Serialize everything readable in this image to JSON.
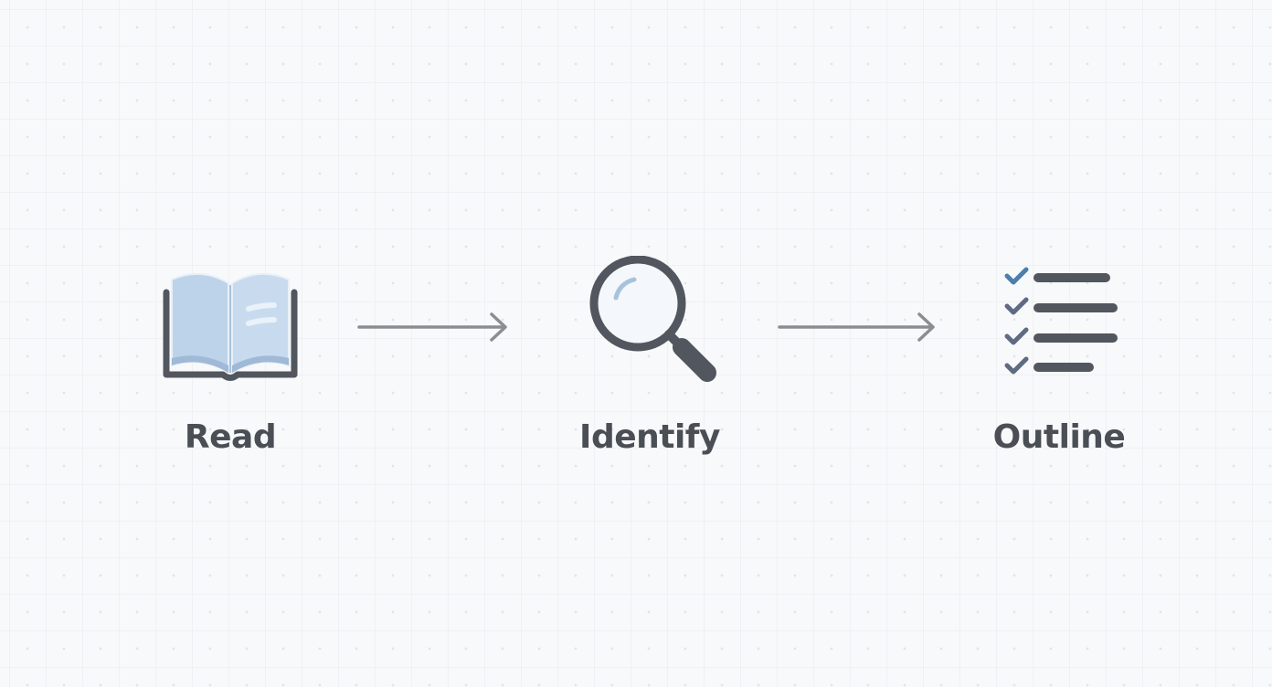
{
  "steps": [
    {
      "label": "Read",
      "icon": "open-book-icon"
    },
    {
      "label": "Identify",
      "icon": "magnifying-glass-icon"
    },
    {
      "label": "Outline",
      "icon": "checklist-icon"
    }
  ],
  "colors": {
    "label": "#4a4e55",
    "icon_stroke": "#52565e",
    "arrow": "#8a8d91",
    "book_page": "#bdd3ea",
    "book_page_dark": "#9fb9d6",
    "check_accent": "#4d7fac",
    "check_muted": "#5e6b82"
  }
}
